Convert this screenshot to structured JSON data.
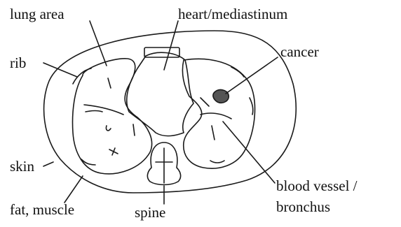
{
  "labels": {
    "lung_area": "lung area",
    "heart_mediastinum": "heart/mediastinum",
    "cancer": "cancer",
    "rib": "rib",
    "skin": "skin",
    "fat_muscle": "fat, muscle",
    "spine": "spine",
    "blood_vessel_line1": "blood vessel /",
    "blood_vessel_line2": "bronchus"
  },
  "colors": {
    "ink": "#1a1a1a",
    "cancer_fill": "#555555",
    "background": "#ffffff"
  }
}
